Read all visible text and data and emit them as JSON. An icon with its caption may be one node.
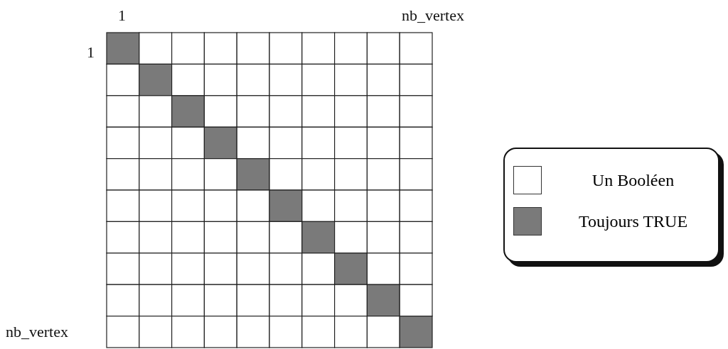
{
  "diagram": {
    "labels": [
      "1",
      "nb_vertex",
      "1",
      "nb_vertex"
    ],
    "legend": [
      {
        "text": "Un Booléen",
        "color": "#ffffff"
      },
      {
        "text": "Toujours TRUE",
        "color": "#7a7a7a"
      }
    ]
  }
}
